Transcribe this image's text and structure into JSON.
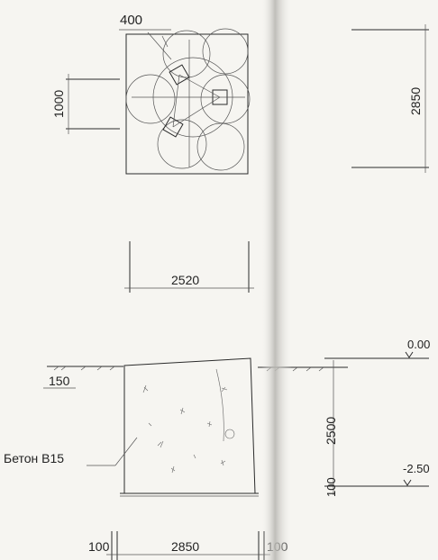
{
  "dimensions": {
    "top_400": "400",
    "left_1000": "1000",
    "right_2850": "2850",
    "mid_2520": "2520",
    "left_150": "150",
    "depth_2500": "2500",
    "bottom_100_left": "100",
    "bottom_2850": "2850",
    "bottom_100_right": "100",
    "side_100": "100"
  },
  "levels": {
    "top": "0.00",
    "bottom": "-2.50"
  },
  "labels": {
    "material": "Бетон B15"
  }
}
